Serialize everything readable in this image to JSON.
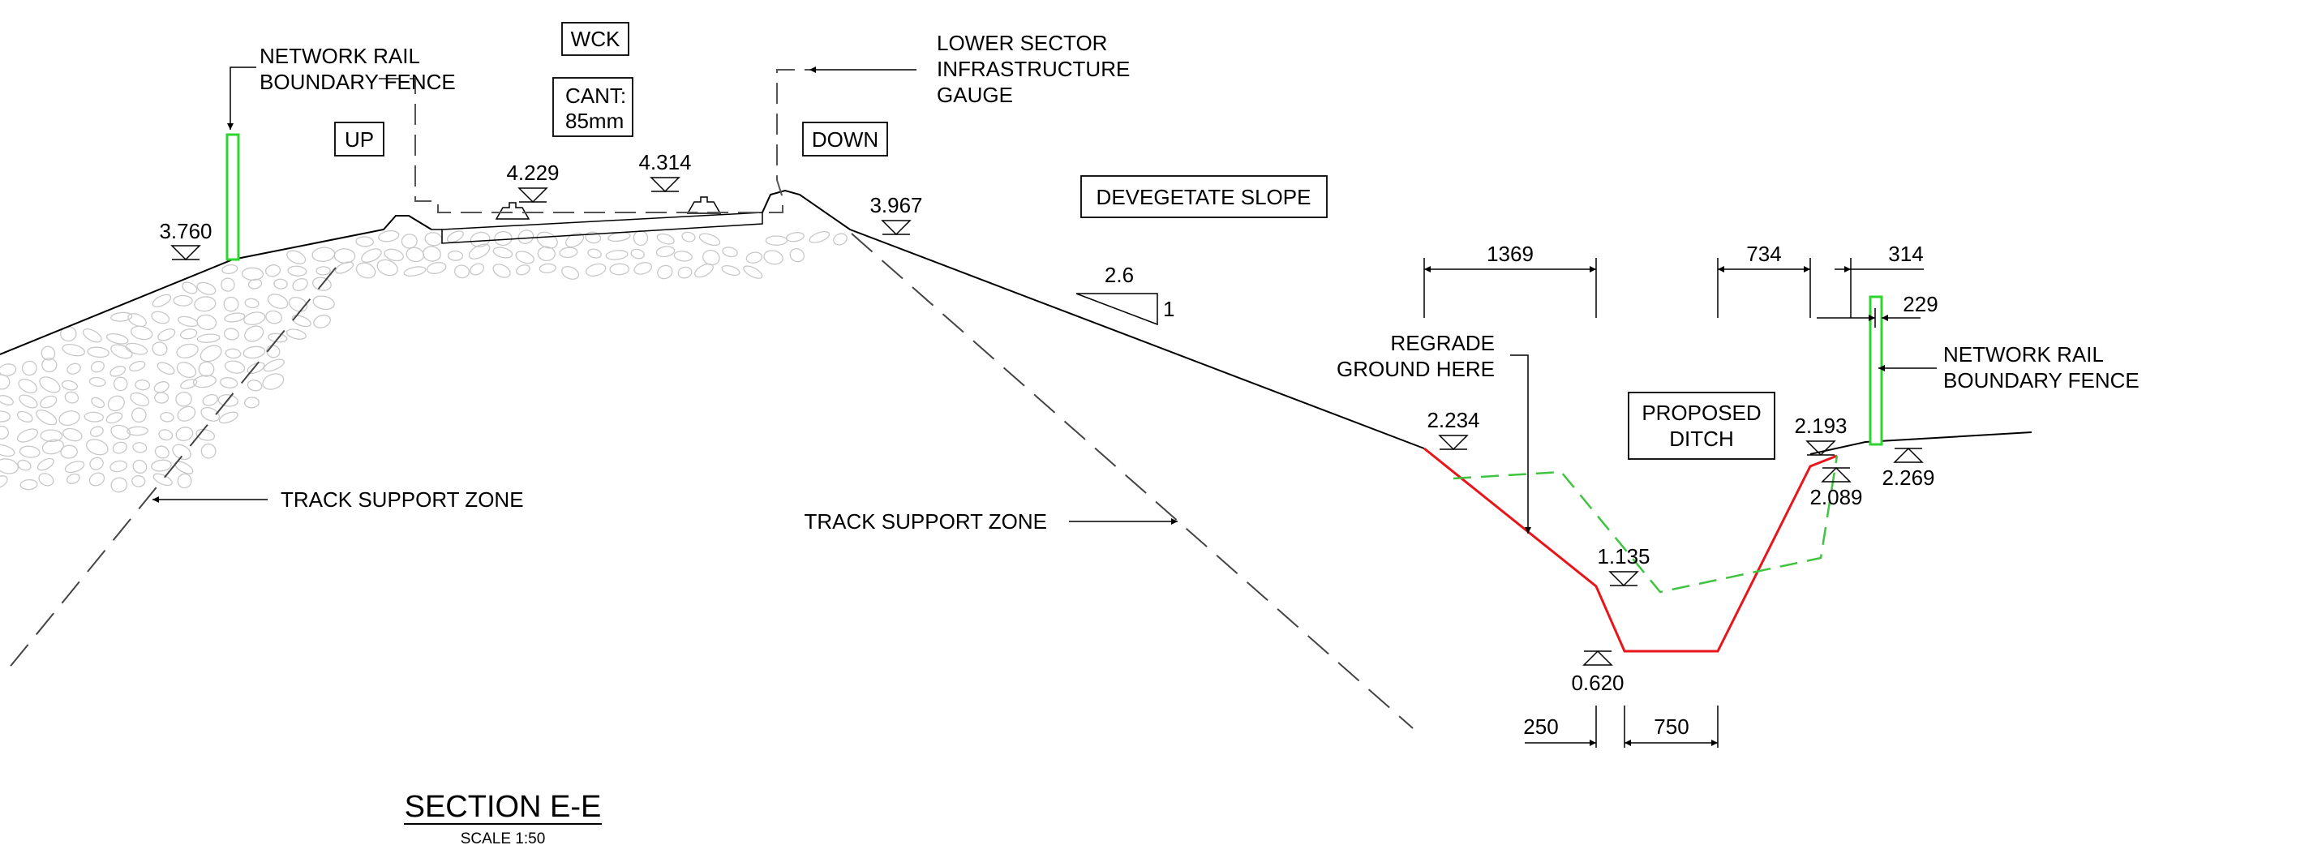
{
  "title": "SECTION E-E",
  "scale": "SCALE 1:50",
  "track_labels": {
    "up": "UP",
    "down": "DOWN",
    "wck": "WCK",
    "cant": [
      "CANT:",
      "85mm"
    ]
  },
  "notes": {
    "fence_left": [
      "NETWORK RAIL",
      "BOUNDARY FENCE"
    ],
    "fence_right": [
      "NETWORK RAIL",
      "BOUNDARY FENCE"
    ],
    "gauge": [
      "LOWER SECTOR",
      "INFRASTRUCTURE",
      "GAUGE"
    ],
    "devegetate": "DEVEGETATE SLOPE",
    "regrade": [
      "REGRADE",
      "GROUND HERE"
    ],
    "proposed_ditch": [
      "PROPOSED",
      "DITCH"
    ],
    "tsz_left": "TRACK SUPPORT ZONE",
    "tsz_right": "TRACK SUPPORT ZONE"
  },
  "slope_ratio": {
    "run": "2.6",
    "rise": "1"
  },
  "levels": {
    "l3760": "3.760",
    "l4229": "4.229",
    "l4314": "4.314",
    "l3967": "3.967",
    "l2234": "2.234",
    "l1135": "1.135",
    "l0620": "0.620",
    "l2193": "2.193",
    "l2089": "2.089",
    "l2269": "2.269"
  },
  "dimensions": {
    "d1369": "1369",
    "d734": "734",
    "d314": "314",
    "d229": "229",
    "d250": "250",
    "d750": "750"
  },
  "colors": {
    "existing_ground": "#000000",
    "regraded_profile": "#e8161b",
    "proposed_ditch": "#3fc43f",
    "fence": "#2fd52f"
  }
}
